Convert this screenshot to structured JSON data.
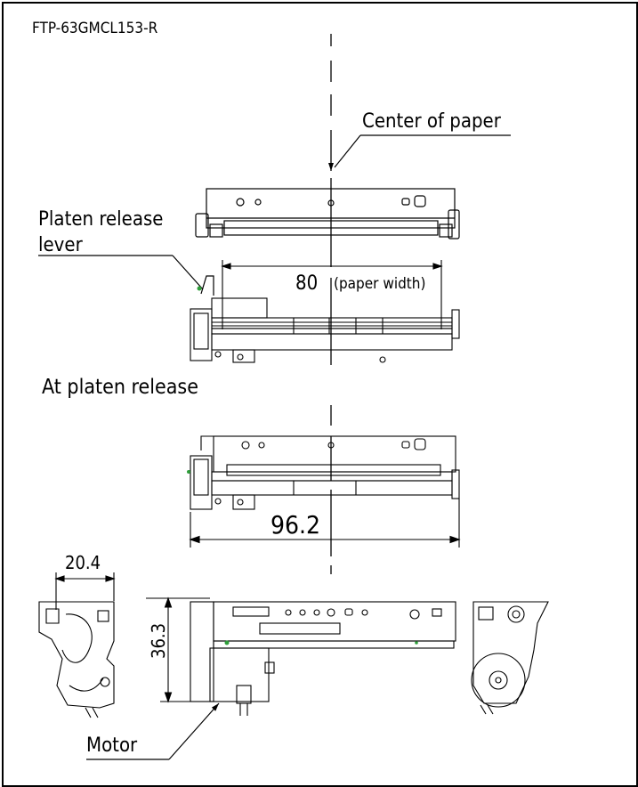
{
  "model": "FTP-63GMCL153-R",
  "labels": {
    "center_of_paper": "Center of paper",
    "platen_release_lever_line1": "Platen release",
    "platen_release_lever_line2": "lever",
    "at_platen_release": "At platen release",
    "motor": "Motor"
  },
  "dimensions": {
    "paper_width_value": "80",
    "paper_width_note": "(paper width)",
    "overall_width": "96.2",
    "side_depth": "20.4",
    "height": "36.3"
  },
  "colors": {
    "line": "#000000",
    "background": "#ffffff",
    "marker": "#2e9e3a"
  }
}
